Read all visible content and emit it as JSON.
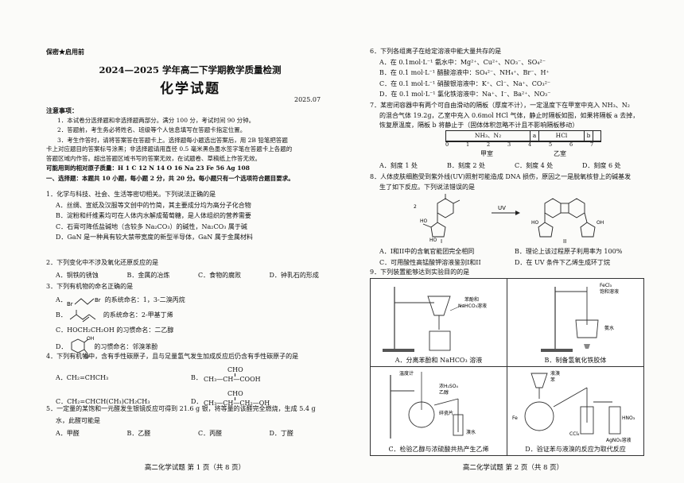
{
  "header": {
    "secret": "保密★启用前",
    "exam_title": "2024—2025 学年高二下学期教学质量检测",
    "subject": "化学试题",
    "date": "2025.07"
  },
  "notes": {
    "title": "注意事项：",
    "items": [
      "1．本试卷分选择题和非选择题两部分。满分 100 分，考试时间 90 分钟。",
      "2．答题前，考生务必将姓名、班级等个人信息填写在答题卡指定位置。",
      "3．考生作答时，请将答案答在答题卡上。选择题每小题选出答案后，用 2B 铅笔把答题",
      "卡上对应题目的答案标号涂黑；非选择题请用直径 0.5 毫米黑色墨水签字笔在答题卡上各题的",
      "答题区域内作答。超出答题区域书写的答案无效，在试题卷、草稿纸上作答无效。"
    ],
    "atomic_masses": "可能用到的相对原子质量：H 1   C 12   N 14   O 16   Na 23   Fe 56   Ag 108"
  },
  "section1": "一、选择题：本题共 10 小题，每小题 2 分，共 20 分。每小题只有一个选项符合题目要求。",
  "questions": {
    "q1": {
      "stem": "1．化学与科技、社会、生活等密切相关。下列说法正确的是",
      "A": "A．丝绸、宣纸及汉服等文创中的竹简，其主要成分均为高分子化合物",
      "B": "B．淀粉和纤维素均可在人体内水解成葡萄糖，是人体组织的营养需要",
      "C": "C．石膏可降低盐碱地（含较多 Na₂CO₃）的碱性，Na₂CO₃ 属于碱",
      "D": "D．GaN 是一种具有较大禁带宽度的新型半导体，GaN 属于金属材料"
    },
    "q2": {
      "stem": "2．下列变化中不涉及氧化还原反应的是",
      "options": [
        "A．铜铁的锈蚀",
        "B．金属的冶炼",
        "C．食物的腐败",
        "D．钟乳石的形成"
      ]
    },
    "q3": {
      "stem": "3．下列有机物的命名正确的是",
      "A": "的系统命名：1，3-二溴丙烷",
      "B": "的系统命名：2-甲基丁烯",
      "C": "C．HOCH₂CH₂OH 的习惯命名：二乙醇",
      "D": "的习惯命名：邻溴苯酚",
      "A_label": "A．",
      "B_label": "B．",
      "D_label": "D．"
    },
    "q4": {
      "stem": "4．下列有机物中，含有手性碳原子，且与足量氢气发生加成反应后仍含有手性碳原子的是",
      "A": "A．CH₂=CHCH₃",
      "B_label": "B．",
      "B_top": "CHO",
      "B_mid": "CH₃—CH—COOH",
      "C": "C．CH₂=CHCH(CH₃)CH₂CH₃",
      "D_label": "D．",
      "D_top": "CHO",
      "D_mid": "CH₃—CH—CH₂—OH"
    },
    "q5": {
      "stem1": "5．一定量的某饱和一元醛发生银镜反应可得到 21.6 g 银，将等量的该醛完全燃烧，生成 5.4 g",
      "stem2": "水，此醛可能是",
      "options": [
        "A．甲醛",
        "B．乙醛",
        "C．丙醛",
        "D．丁醛"
      ]
    },
    "q6": {
      "stem": "6．下列各组离子在给定溶液中能大量共存的是",
      "A": "A．在 0.1mol·L⁻¹ 氨水中：Mg²⁺、Cu²⁺、NO₃⁻、SO₄²⁻",
      "B": "B．在 0.1 mol·L⁻¹ 醋酸溶液中：SO₄²⁻、NH₄⁺、Br⁻、H⁺",
      "C": "C．在 0.1 mol·L⁻¹ 硝酸银溶液中：K⁺、Cl⁻、Na⁺、CO₃²⁻",
      "D": "D．在 0.1 mol·L⁻¹ 氯化铁溶液中：Na⁺、I⁻、Ba²⁺、NO₃⁻"
    },
    "q7": {
      "stem1": "7．某密闭容器中有两个可自由滑动的隔板（厚度不计），一定温度下在甲室中充入 NH₃、N₂",
      "stem2": "的混合气体 19.2g，乙室中充入 0.6mol HCl 气体，静止时隔板如图，如果将隔板 a 去掉，",
      "stem3": "恢复原温度，隔板 b 将静止于（固体体积忽略不计且不影响隔板移动）",
      "box_left": "NH₃、N₂",
      "box_a": "a",
      "box_hcl": "HCl",
      "box_b": "b",
      "ticks": [
        "0",
        "1",
        "2",
        "3",
        "4",
        "5",
        "6",
        "7"
      ],
      "label_jia": "甲室",
      "label_yi": "乙室",
      "options": [
        "A．刻度 1 处",
        "B．刻度 2 处",
        "C．刻度 4 处",
        "D．刻度 6 处"
      ]
    },
    "q8": {
      "stem1": "8．人体皮肤细胞受到紫外线(UV)照射可能造成 DNA 损伤，原因之一是脱氧核苷上的碱基发",
      "stem2": "生了如下反应。下列说法错误的是",
      "arrow": "UV",
      "label_I": "I",
      "label_II": "II",
      "A": "A．I和II中的含氧官能团完全相同",
      "B": "B．理论上该过程原子利用率为 100%",
      "C": "C．可用酸性高锰酸钾溶液鉴别I和II",
      "D": "D．在 UV 条件下乙烯生成环丁烷"
    },
    "q9": {
      "stem": "9．下列装置能够达到实验目的的是",
      "A": "A．分离苯酚和 NaHCO₃ 溶液",
      "B": "B．制备氢氧化铁胶体",
      "C": "C．检验乙醇与浓硫酸共热产生乙烯",
      "D": "D．验证苯与液溴的反应为取代反应",
      "A_label": "苯酚和\nNaHCO₃溶液",
      "B_label1": "FeCl₃",
      "B_label2": "饱和溶液",
      "B_label3": "氨水",
      "C_label1": "温度计",
      "C_label2": "浓H₂SO₄",
      "C_label3": "乙醇",
      "C_label4": "碎瓷片",
      "C_label5": "溴水",
      "D_label1": "液溴",
      "D_label2": "苯",
      "D_label3": "Fe",
      "D_label4": "CCl₄",
      "D_label5": "HNO₃",
      "D_label6": "AgNO₃溶液"
    }
  },
  "footer_left": "高二化学试题   第 1 页（共 8 页）",
  "footer_right": "高二化学试题   第 2 页（共 8 页）"
}
